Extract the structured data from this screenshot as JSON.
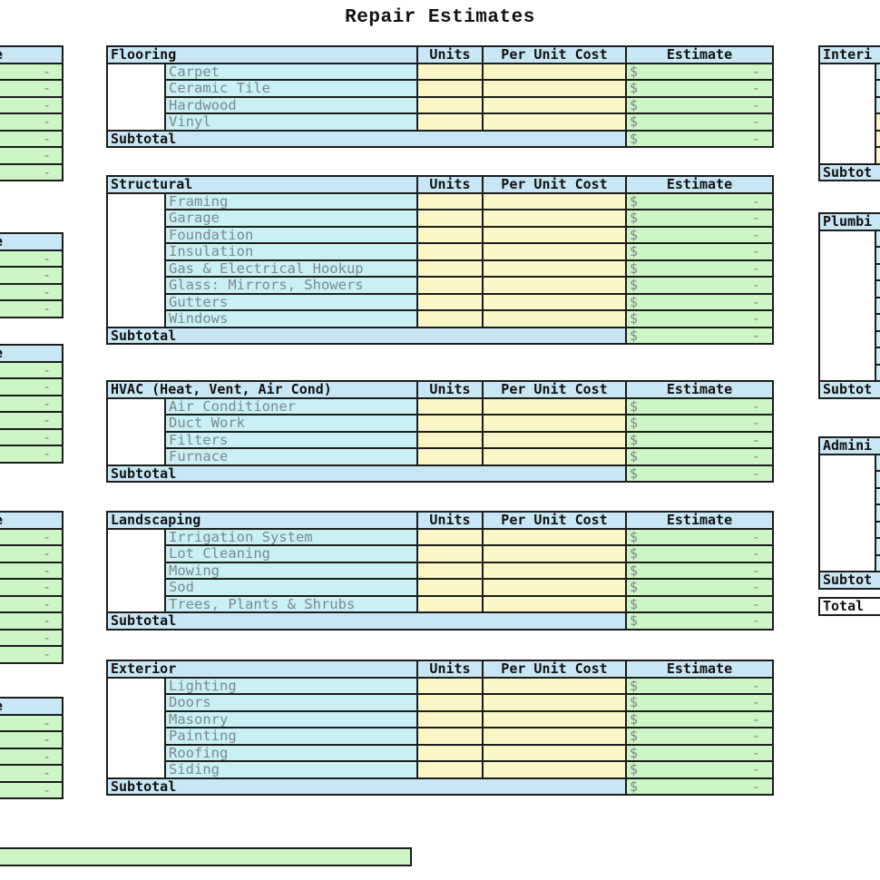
{
  "title": "Repair Estimates",
  "headers": {
    "units": "Units",
    "per_unit_cost": "Per Unit Cost",
    "estimate": "Estimate",
    "subtotal": "Subtotal",
    "dollar": "$",
    "dash": "-"
  },
  "sections": [
    {
      "name": "Flooring",
      "items": [
        "Carpet",
        "Ceramic Tile",
        "Hardwood",
        "Vinyl"
      ]
    },
    {
      "name": "Structural",
      "items": [
        "Framing",
        "Garage",
        "Foundation",
        "Insulation",
        "Gas & Electrical Hookup",
        "Glass: Mirrors, Showers",
        "Gutters",
        "Windows"
      ]
    },
    {
      "name": "HVAC (Heat, Vent, Air Cond)",
      "items": [
        "Air Conditioner",
        "Duct Work",
        "Filters",
        "Furnace"
      ]
    },
    {
      "name": "Landscaping",
      "items": [
        "Irrigation System",
        "Lot Cleaning",
        "Mowing",
        "Sod",
        "Trees, Plants & Shrubs"
      ]
    },
    {
      "name": "Exterior",
      "items": [
        "Lighting",
        "Doors",
        "Masonry",
        "Painting",
        "Roofing",
        "Siding"
      ]
    }
  ],
  "left_partial": {
    "header_fragment": "ate",
    "blocks": [
      7,
      4,
      6,
      8,
      5
    ]
  },
  "right_partial": {
    "blocks": [
      {
        "header": "Interi",
        "row_letters": [
          "",
          "",
          "",
          "",
          "",
          ""
        ],
        "yellow_rows": [
          3,
          4,
          5
        ],
        "subtotal": "Subtot"
      },
      {
        "header": "Plumbi",
        "row_letters": [
          "",
          "",
          "",
          "",
          "",
          "",
          "",
          "",
          ""
        ],
        "yellow_rows": [],
        "subtotal": "Subtot"
      },
      {
        "header": "Admini",
        "row_letters": [
          "",
          "",
          "",
          "",
          "",
          "",
          ""
        ],
        "yellow_rows": [],
        "subtotal": "Subtot"
      }
    ],
    "total": "Total"
  }
}
